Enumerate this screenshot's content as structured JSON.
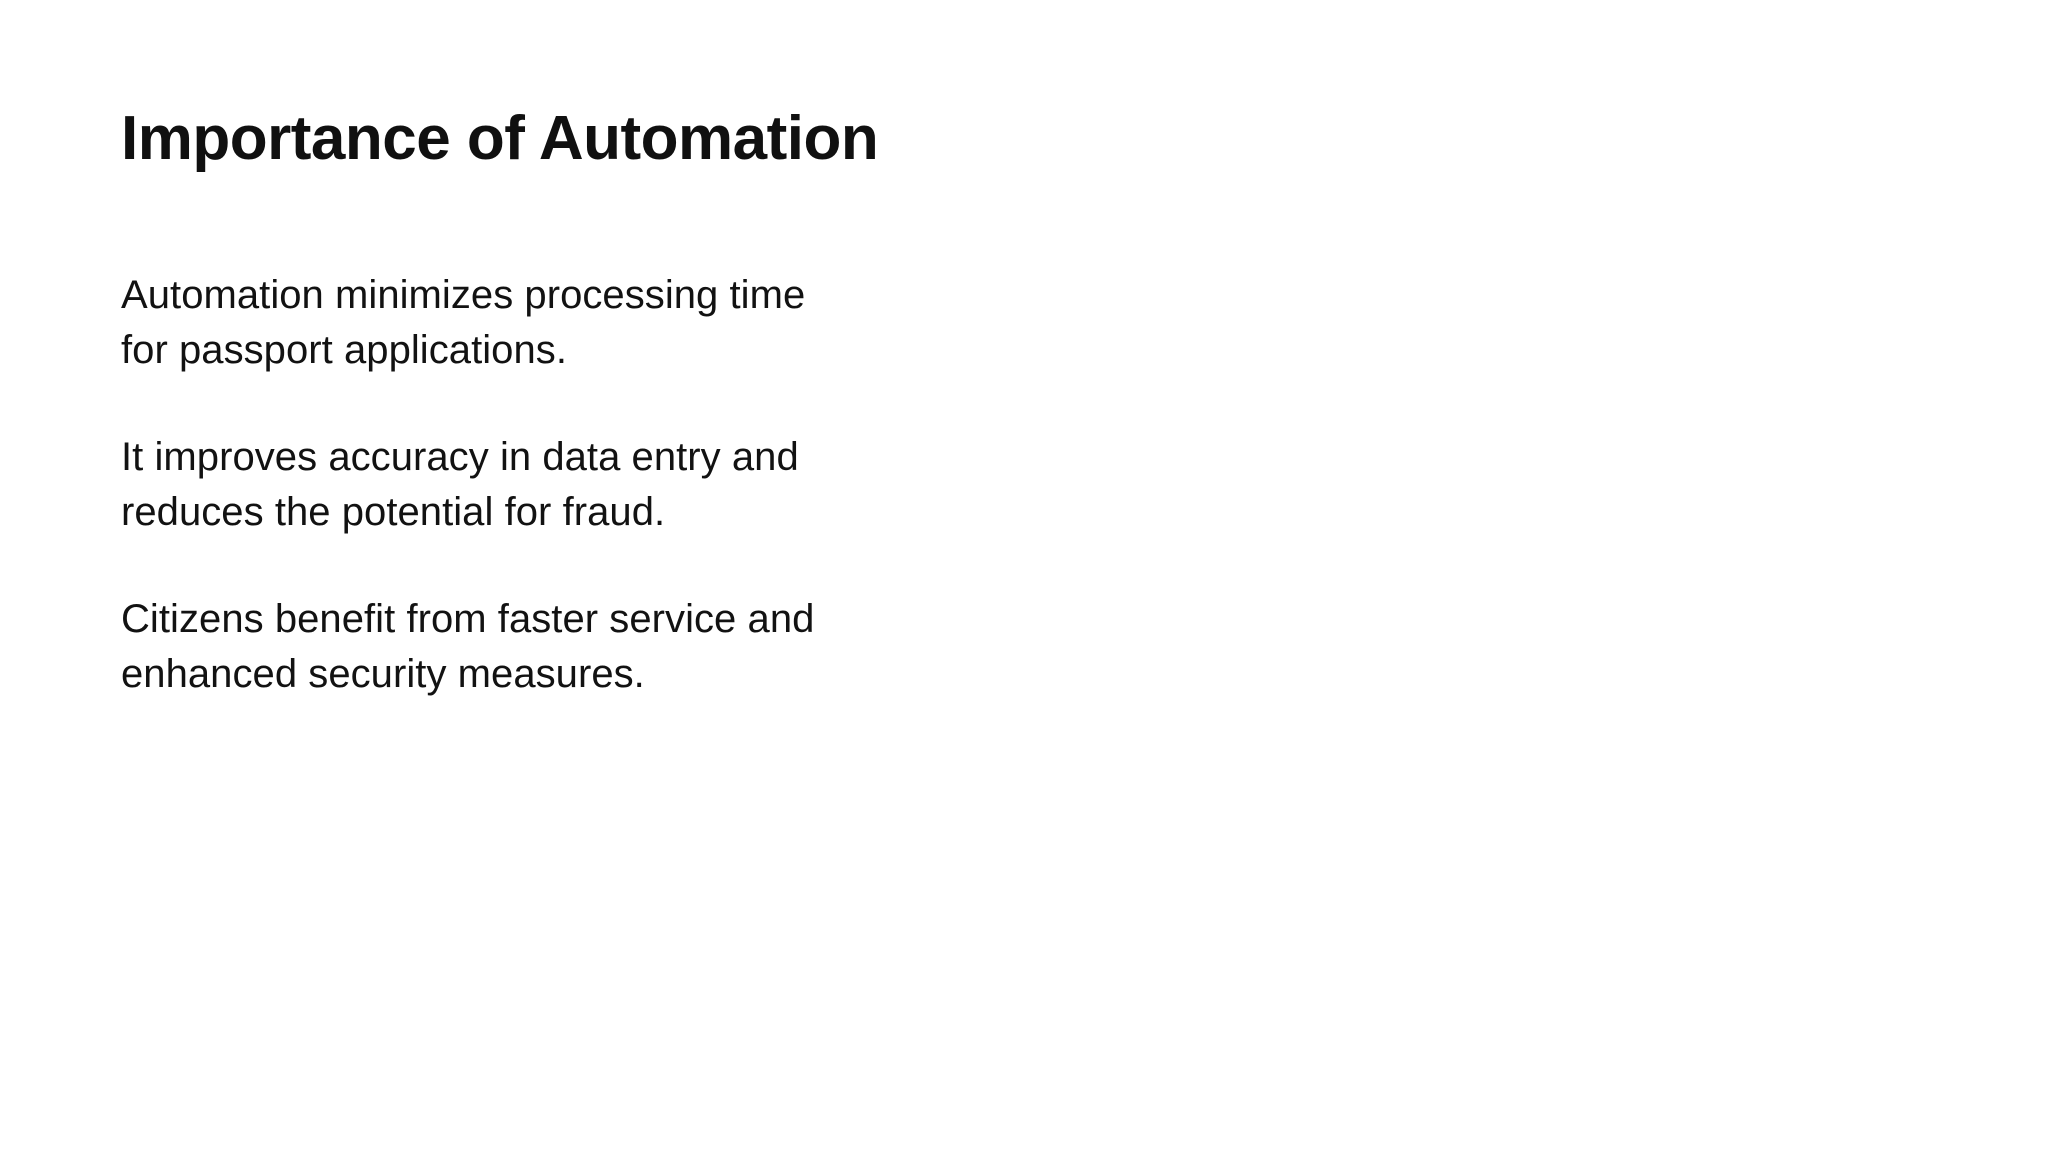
{
  "slide": {
    "title": "Importance of Automation",
    "background_color": "#ffffff",
    "title_color": "#101010",
    "body_color": "#121212",
    "paragraphs": [
      {
        "id": "processing-time",
        "text": "Automation minimizes processing time\nfor passport applications."
      },
      {
        "id": "accuracy-fraud",
        "text": "It improves accuracy in data entry and\nreduces the potential for fraud."
      },
      {
        "id": "citizen-benefit",
        "text": "Citizens benefit from faster service and\nenhanced security measures."
      }
    ]
  }
}
